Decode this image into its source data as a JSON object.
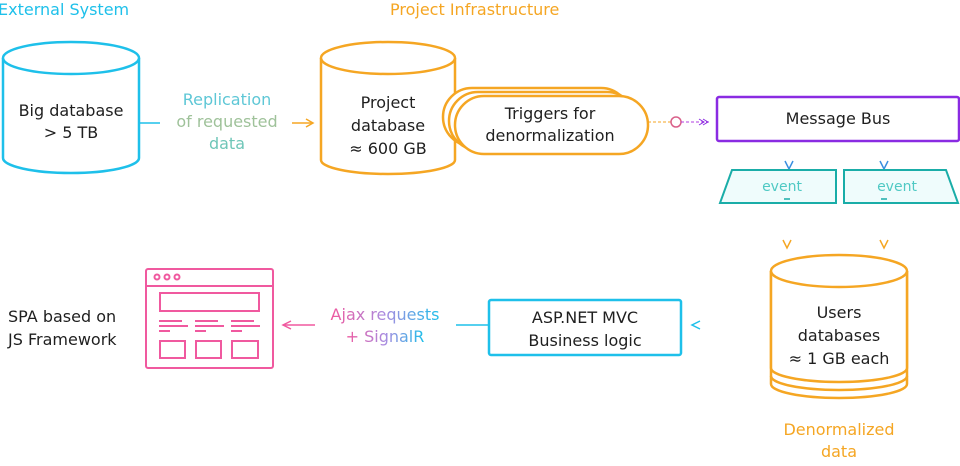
{
  "sections": {
    "external": "External System",
    "project": "Project Infrastructure"
  },
  "nodes": {
    "big_db": {
      "line1": "Big database",
      "line2": "> 5 TB"
    },
    "project_db": {
      "line1": "Project",
      "line2": "database",
      "line3": "≈ 600 GB"
    },
    "triggers": {
      "line1": "Triggers for",
      "line2": "denormalization"
    },
    "message_bus": {
      "label": "Message Bus"
    },
    "events": [
      {
        "label": "event"
      },
      {
        "label": "event"
      }
    ],
    "users_db": {
      "line1": "Users",
      "line2": "databases",
      "line3": "≈ 1 GB each"
    },
    "aspnet": {
      "line1": "ASP.NET MVC",
      "line2": "Business logic"
    },
    "spa": {
      "line1": "SPA based on",
      "line2": "JS Framework"
    }
  },
  "edges": {
    "replication": {
      "line1": "Replication",
      "line2": "of requested",
      "line3": "data"
    },
    "ajax": {
      "line1": "Ajax requests",
      "line2": "+ SignalR"
    },
    "denormalized": {
      "line1": "Denormalized",
      "line2": "data"
    }
  },
  "colors": {
    "external": "#1ec0ea",
    "project": "#f5a623",
    "bus": "#8a2be2",
    "event_border": "#1aada8",
    "event_fill": "#effcfc",
    "spa": "#f0599f"
  }
}
